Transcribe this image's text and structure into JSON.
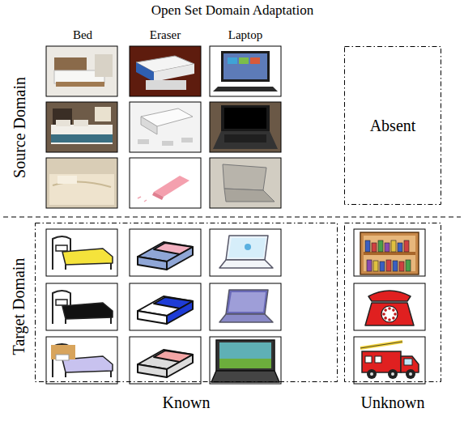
{
  "diagram": {
    "title": "Open Set Domain Adaptation",
    "nodes": [
      {
        "text": [
          "Absent"
        ]
      },
      {
        "text": [
          "Known"
        ]
      },
      {
        "text": [
          "Unknown"
        ]
      }
    ],
    "labels": [
      "Bed",
      "Eraser",
      "Laptop",
      "Source Domain",
      "Target Domain"
    ]
  }
}
